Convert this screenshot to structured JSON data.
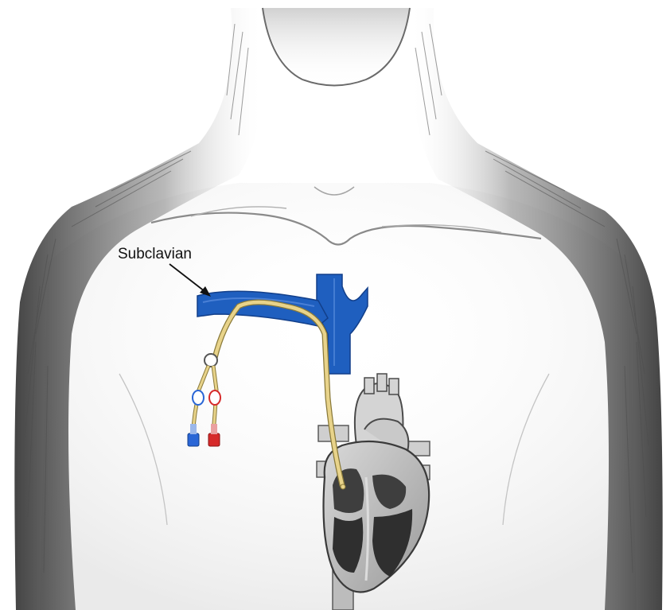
{
  "diagram": {
    "labels": {
      "subclavian": "Subclavian"
    },
    "colors": {
      "vein": "#1f5fbf",
      "vein_dark": "#123f8a",
      "catheter": "#e8d38a",
      "catheter_edge": "#8a7a3a",
      "port_blue": "#2a66d6",
      "port_red": "#d62a2a",
      "sketch_dark": "#2e2e2e",
      "sketch_mid": "#7a7a7a",
      "background": "#ffffff"
    },
    "icons": {
      "torso": "torso-sketch",
      "heart": "heart-sketch",
      "vein": "subclavian-vein",
      "catheter": "central-line-catheter",
      "ports": "catheter-hubs"
    }
  }
}
